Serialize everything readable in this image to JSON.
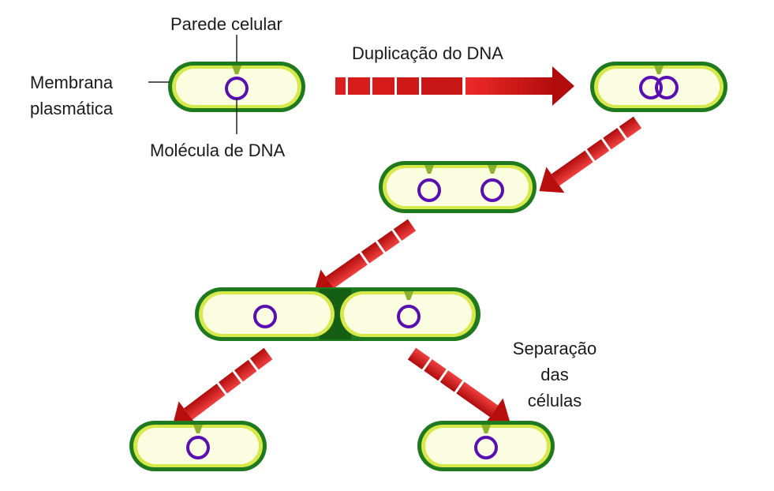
{
  "labels": {
    "cell_wall": "Parede celular",
    "membrane_line1": "Membrana",
    "membrane_line2": "plasmática",
    "dna_molecule": "Molécula de DNA",
    "dna_duplication": "Duplicação do DNA",
    "separation_line1": "Separação",
    "separation_line2": "das",
    "separation_line3": "células"
  },
  "colors": {
    "cell_wall": "#1f7a1f",
    "cell_wall_dark": "#1b6b1b",
    "membrane": "#d6e84a",
    "cytoplasm": "#fbfde0",
    "dna": "#5a0fb0",
    "arrow": "#cc1010",
    "arrow_light": "#ee3a3a",
    "text": "#1a1a1a"
  },
  "stages": [
    "cell-with-one-dna-molecule",
    "dna-duplication",
    "dna-molecules-separate",
    "cell-wall-divides-cell",
    "two-separate-daughter-cells"
  ]
}
